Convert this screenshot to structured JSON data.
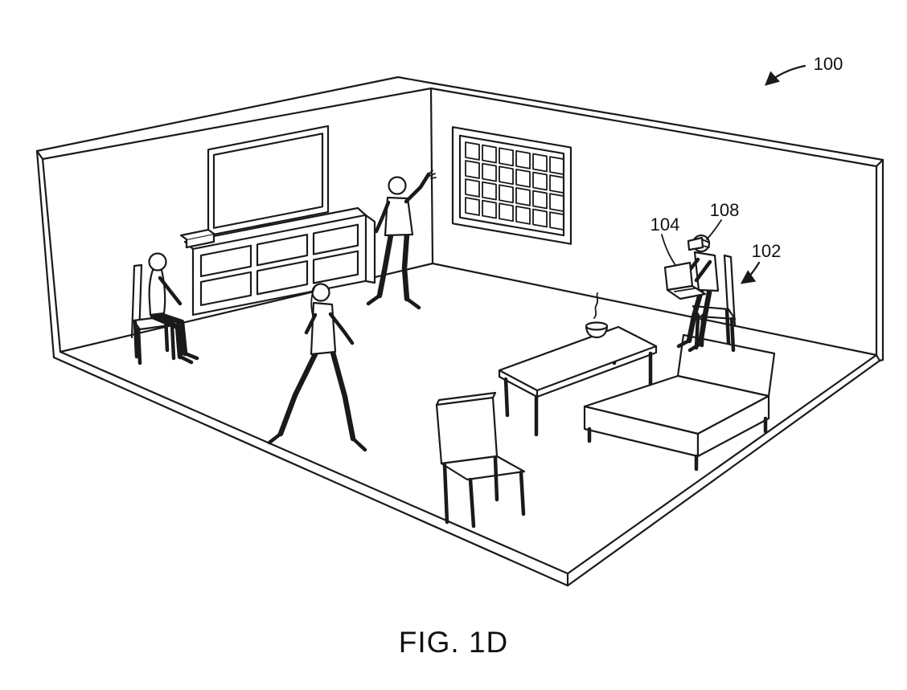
{
  "figure": {
    "caption": "FIG. 1D",
    "labels": {
      "scene": "100",
      "laptop": "104",
      "headset": "108",
      "chair": "102"
    }
  }
}
